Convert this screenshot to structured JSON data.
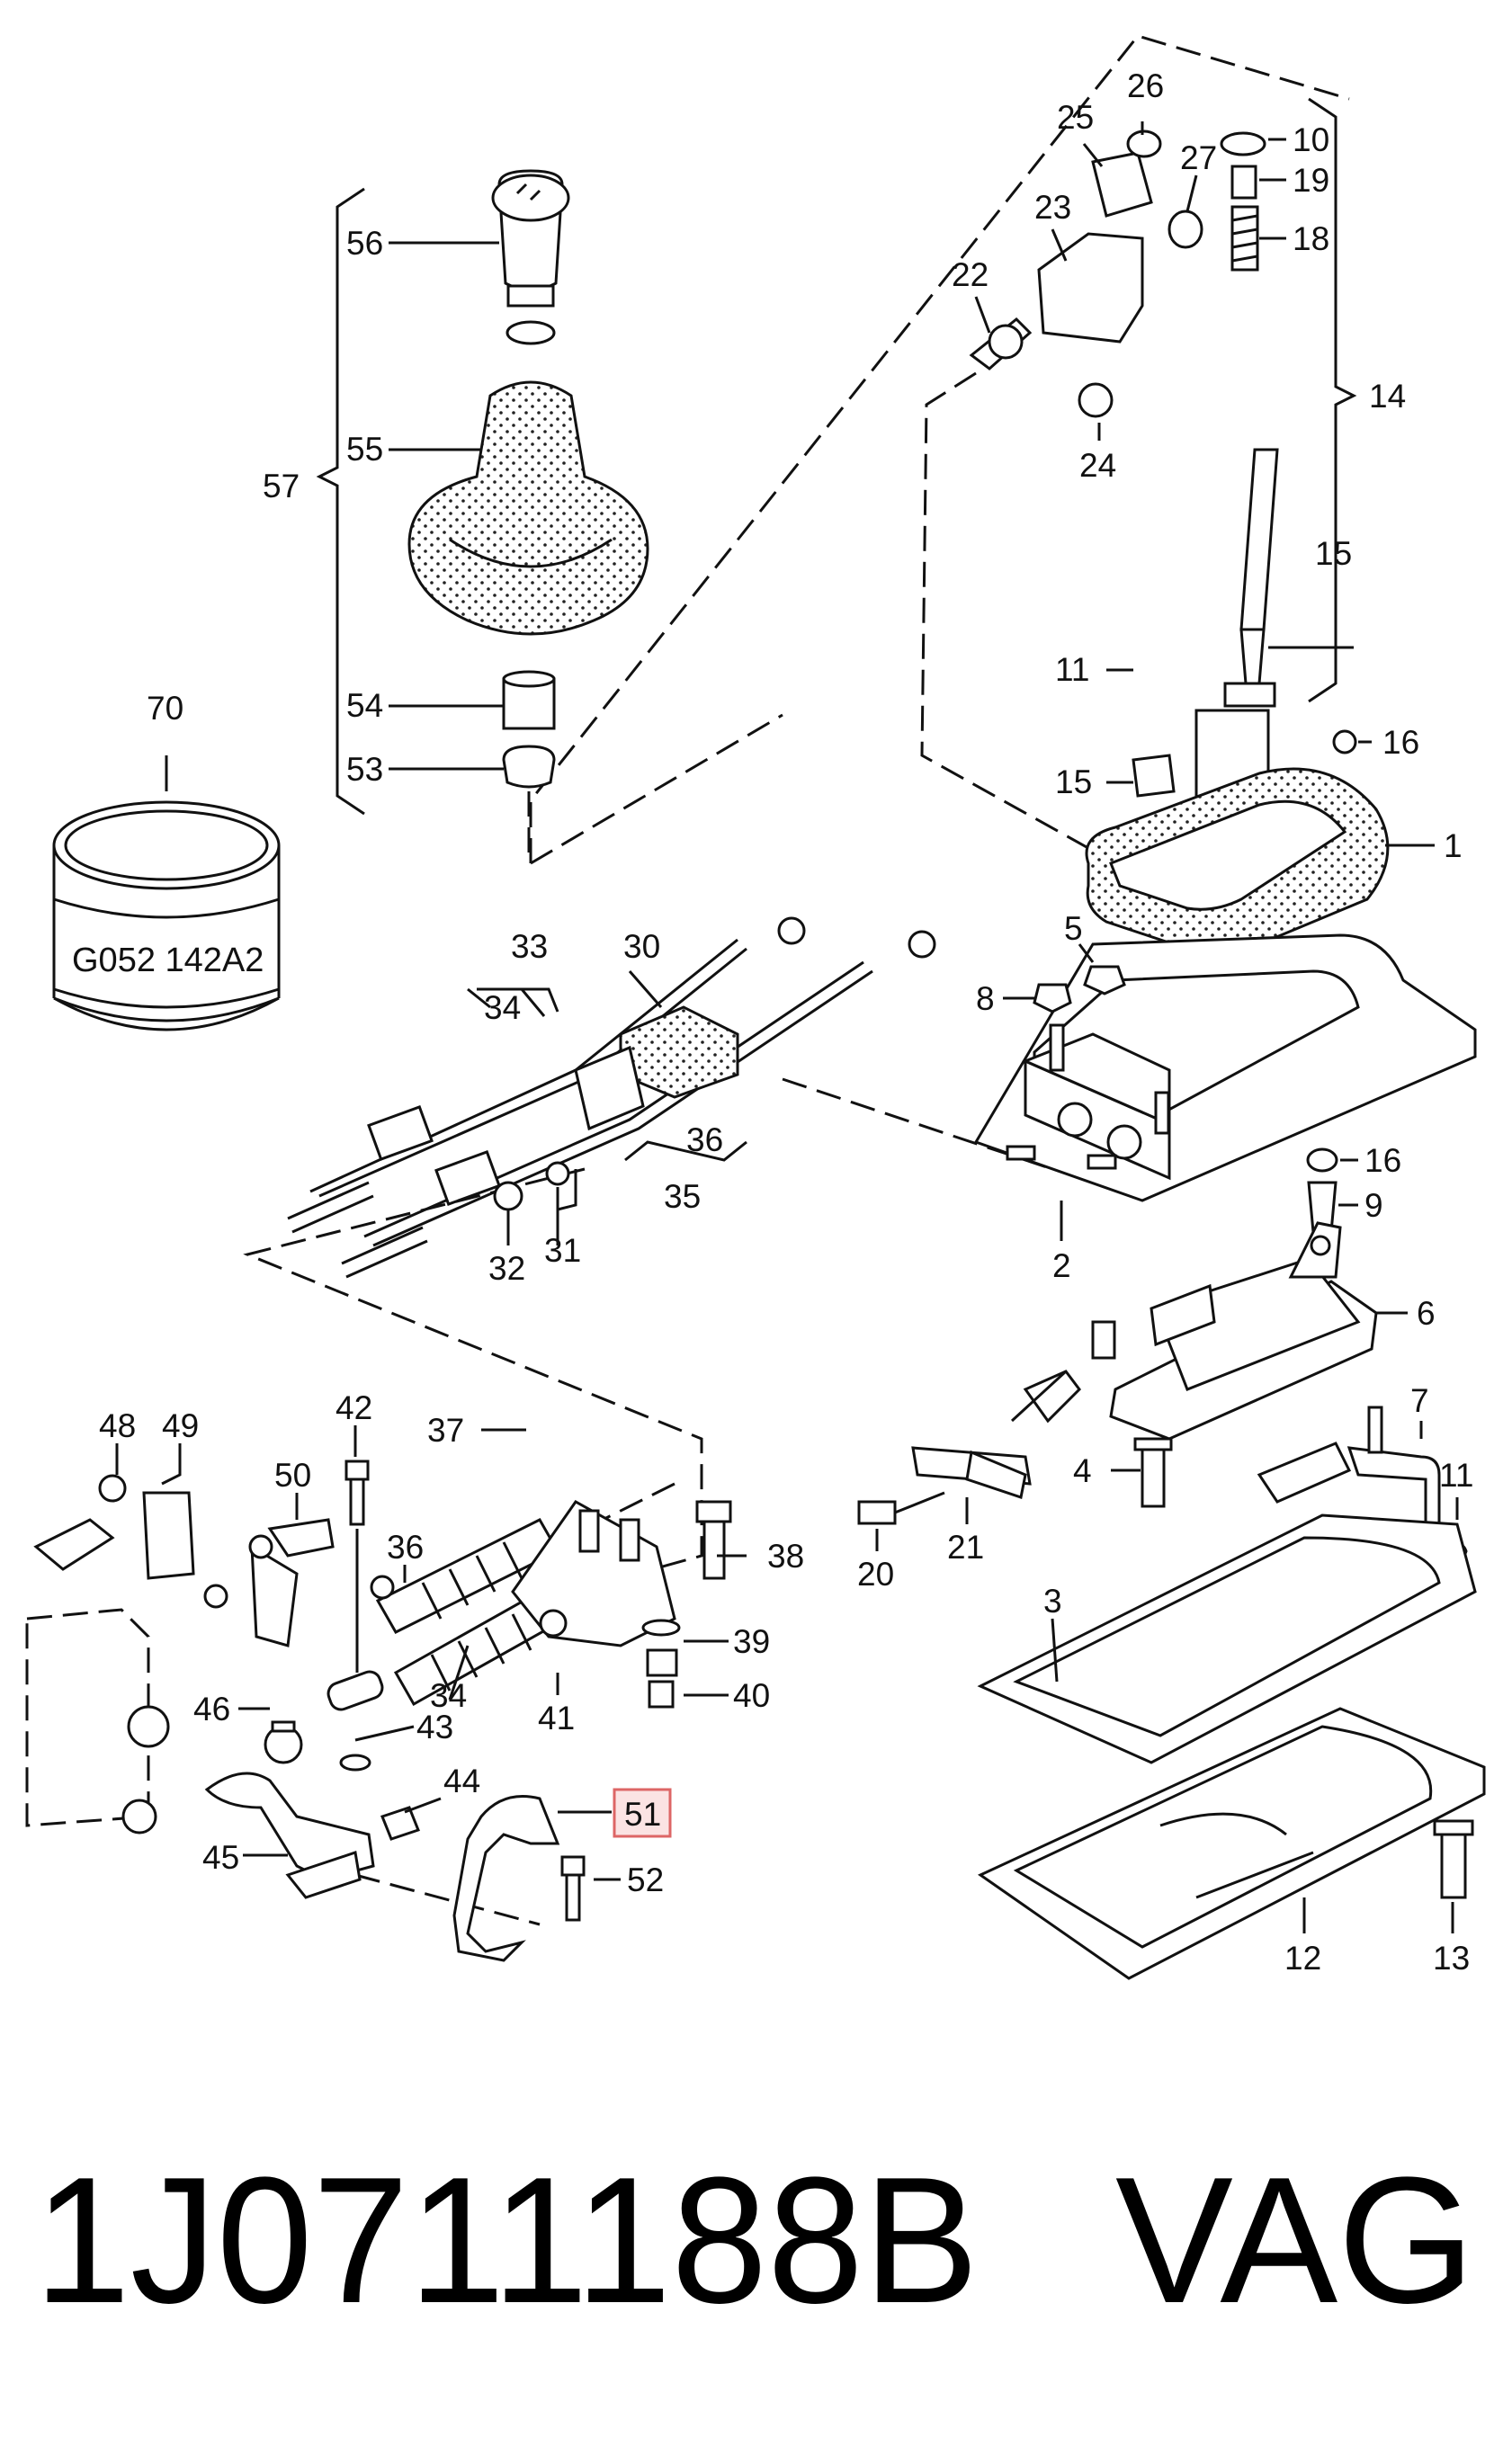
{
  "callouts": [
    {
      "id": "56",
      "text": "56"
    },
    {
      "id": "55",
      "text": "55"
    },
    {
      "id": "57",
      "text": "57"
    },
    {
      "id": "54",
      "text": "54"
    },
    {
      "id": "53",
      "text": "53"
    },
    {
      "id": "70",
      "text": "70"
    },
    {
      "id": "26",
      "text": "26"
    },
    {
      "id": "25",
      "text": "25"
    },
    {
      "id": "27",
      "text": "27"
    },
    {
      "id": "10",
      "text": "10"
    },
    {
      "id": "19",
      "text": "19"
    },
    {
      "id": "18",
      "text": "18"
    },
    {
      "id": "23",
      "text": "23"
    },
    {
      "id": "22",
      "text": "22"
    },
    {
      "id": "24",
      "text": "24"
    },
    {
      "id": "14",
      "text": "14"
    },
    {
      "id": "15a",
      "text": "15"
    },
    {
      "id": "11a",
      "text": "11"
    },
    {
      "id": "16a",
      "text": "16"
    },
    {
      "id": "15b",
      "text": "15"
    },
    {
      "id": "1",
      "text": "1"
    },
    {
      "id": "5",
      "text": "5"
    },
    {
      "id": "8",
      "text": "8"
    },
    {
      "id": "16b",
      "text": "16"
    },
    {
      "id": "9",
      "text": "9"
    },
    {
      "id": "2",
      "text": "2"
    },
    {
      "id": "6",
      "text": "6"
    },
    {
      "id": "7",
      "text": "7"
    },
    {
      "id": "11b",
      "text": "11"
    },
    {
      "id": "4",
      "text": "4"
    },
    {
      "id": "21",
      "text": "21"
    },
    {
      "id": "20",
      "text": "20"
    },
    {
      "id": "3",
      "text": "3"
    },
    {
      "id": "12",
      "text": "12"
    },
    {
      "id": "13",
      "text": "13"
    },
    {
      "id": "33",
      "text": "33"
    },
    {
      "id": "30",
      "text": "30"
    },
    {
      "id": "34a",
      "text": "34"
    },
    {
      "id": "36a",
      "text": "36"
    },
    {
      "id": "35",
      "text": "35"
    },
    {
      "id": "32",
      "text": "32"
    },
    {
      "id": "31",
      "text": "31"
    },
    {
      "id": "48",
      "text": "48"
    },
    {
      "id": "49",
      "text": "49"
    },
    {
      "id": "50",
      "text": "50"
    },
    {
      "id": "42",
      "text": "42"
    },
    {
      "id": "37",
      "text": "37"
    },
    {
      "id": "36b",
      "text": "36"
    },
    {
      "id": "38",
      "text": "38"
    },
    {
      "id": "39",
      "text": "39"
    },
    {
      "id": "40",
      "text": "40"
    },
    {
      "id": "34b",
      "text": "34"
    },
    {
      "id": "41",
      "text": "41"
    },
    {
      "id": "46",
      "text": "46"
    },
    {
      "id": "43",
      "text": "43"
    },
    {
      "id": "44",
      "text": "44"
    },
    {
      "id": "45",
      "text": "45"
    },
    {
      "id": "51",
      "text": "51"
    },
    {
      "id": "52",
      "text": "52"
    }
  ],
  "ring_marking": "G052 142A2",
  "highlight_callout": "51",
  "part_number": "1J0711188B",
  "brand": "VAG"
}
